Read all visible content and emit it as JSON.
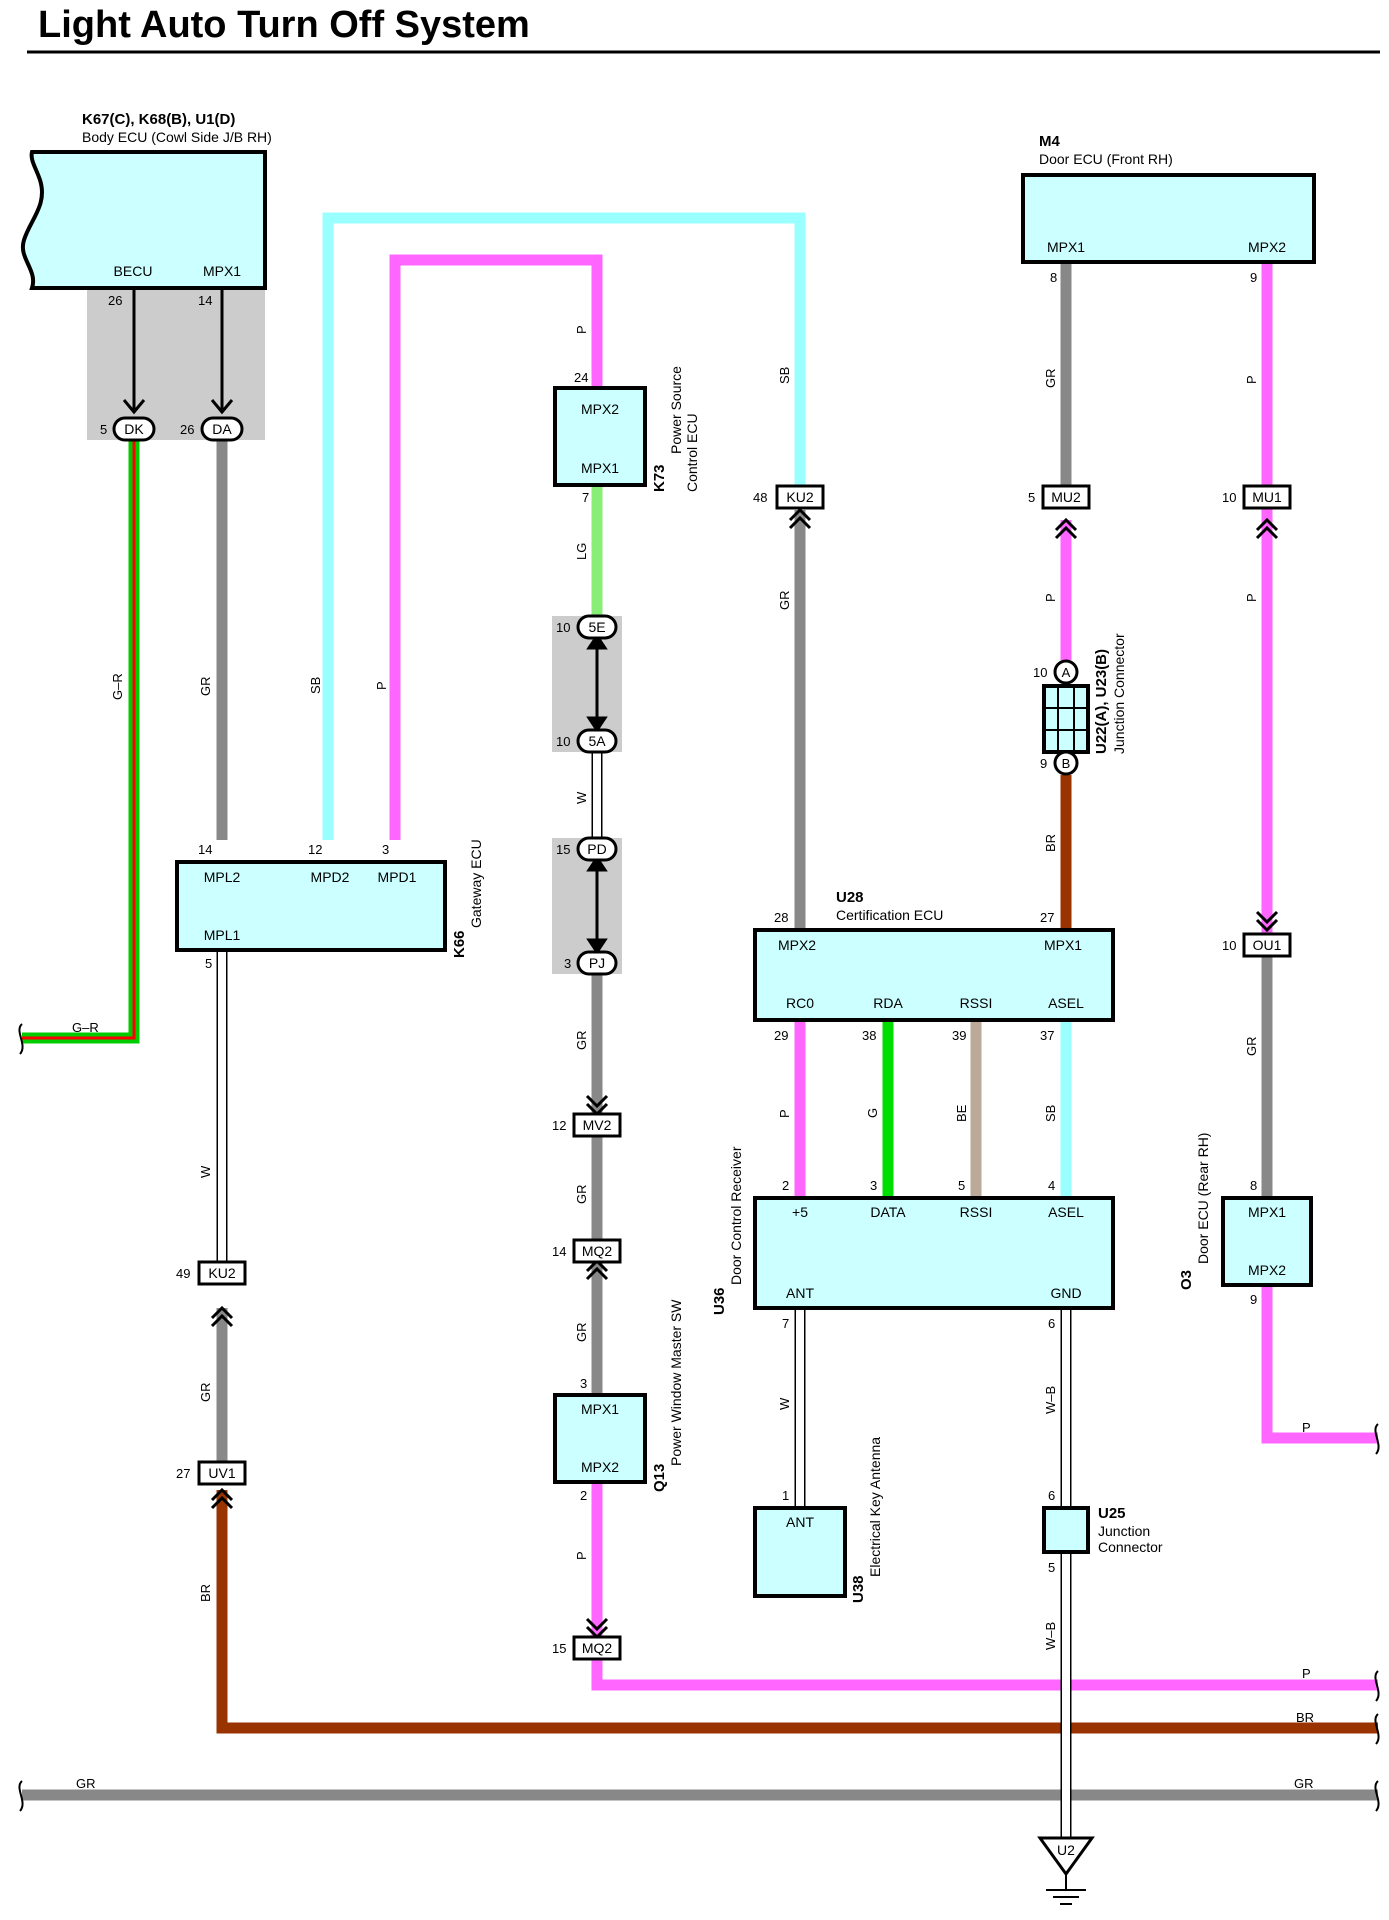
{
  "title": "Light Auto Turn Off System",
  "components": {
    "body_ecu": {
      "code": "K67(C), K68(B), U1(D)",
      "name": "Body ECU (Cowl Side J/B RH)",
      "pins": {
        "becu": "BECU",
        "mpx1": "MPX1"
      }
    },
    "door_ecu_front": {
      "code": "M4",
      "name": "Door ECU (Front RH)",
      "pins": {
        "mpx1": "MPX1",
        "mpx2": "MPX2"
      }
    },
    "power_source_ecu": {
      "code": "K73",
      "name1": "Power Source",
      "name2": "Control ECU",
      "pins": {
        "mpx2": "MPX2",
        "mpx1": "MPX1"
      }
    },
    "gateway_ecu": {
      "code": "K66",
      "name": "Gateway ECU",
      "pins": {
        "mpl2": "MPL2",
        "mpd2": "MPD2",
        "mpd1": "MPD1",
        "mpl1": "MPL1"
      }
    },
    "certification_ecu": {
      "code": "U28",
      "name": "Certification ECU",
      "pins": {
        "mpx2": "MPX2",
        "mpx1": "MPX1",
        "rc0": "RC0",
        "rda": "RDA",
        "rssi": "RSSI",
        "asel": "ASEL"
      }
    },
    "junction_u22": {
      "code": "U22(A), U23(B)",
      "name": "Junction Connector",
      "a": "A",
      "b": "B"
    },
    "door_control_receiver": {
      "code": "U36",
      "name": "Door Control Receiver",
      "pins": {
        "p5": "+5",
        "data": "DATA",
        "rssi": "RSSI",
        "asel": "ASEL",
        "ant": "ANT",
        "gnd": "GND"
      }
    },
    "door_ecu_rear": {
      "code": "O3",
      "name": "Door ECU (Rear RH)",
      "pins": {
        "mpx1": "MPX1",
        "mpx2": "MPX2"
      }
    },
    "power_window_sw": {
      "code": "Q13",
      "name": "Power Window Master SW",
      "pins": {
        "mpx1": "MPX1",
        "mpx2": "MPX2"
      }
    },
    "key_antenna": {
      "code": "U38",
      "name": "Electrical Key Antenna",
      "pins": {
        "ant": "ANT"
      }
    },
    "junction_u25": {
      "code": "U25",
      "name1": "Junction",
      "name2": "Connector"
    },
    "ground": {
      "code": "U2"
    }
  },
  "connectors": {
    "dk": "DK",
    "da": "DA",
    "e5": "5E",
    "a5": "5A",
    "pd": "PD",
    "pj": "PJ",
    "ku2a": "KU2",
    "ku2b": "KU2",
    "mu2": "MU2",
    "mu1": "MU1",
    "ou1": "OU1",
    "mv2": "MV2",
    "mq2a": "MQ2",
    "mq2b": "MQ2",
    "uv1": "UV1"
  },
  "pin_numbers": {
    "becu": "26",
    "mpx1_body": "14",
    "dk": "5",
    "da": "26",
    "mpl2": "14",
    "mpd2": "12",
    "mpd1": "3",
    "mpl1": "5",
    "k73_top": "24",
    "k73_bot": "7",
    "e5": "10",
    "a5": "10",
    "pd": "15",
    "pj": "3",
    "mv2": "12",
    "mq2a": "14",
    "q13_top": "3",
    "q13_bot": "2",
    "mq2b": "15",
    "ku2a": "48",
    "cert_mpx2": "28",
    "cert_mpx1": "27",
    "m4_mpx1": "8",
    "m4_mpx2": "9",
    "mu2": "5",
    "mu1": "10",
    "u22a": "10",
    "u22b": "9",
    "rc0": "29",
    "rda": "38",
    "rssi": "39",
    "asel": "37",
    "r_p5": "2",
    "r_data": "3",
    "r_rssi": "5",
    "r_asel": "4",
    "r_ant": "7",
    "r_gnd": "6",
    "ant": "1",
    "u25_top": "6",
    "u25_bot": "5",
    "ou1": "10",
    "o3_top": "8",
    "o3_bot": "9",
    "ku2b": "49",
    "uv1": "27"
  },
  "wire_colors": {
    "gr": "GR",
    "g_r": "G–R",
    "sb": "SB",
    "p": "P",
    "lg": "LG",
    "w": "W",
    "br": "BR",
    "g": "G",
    "be": "BE",
    "w_b": "W–B"
  },
  "colors": {
    "gray": "#888888",
    "pink": "#ff66ff",
    "cyan": "#99ffff",
    "lightgreen": "#88ee77",
    "green": "#00dd00",
    "brown": "#993300",
    "beige": "#bbaa99",
    "red": "#ff0000",
    "box_fill": "#ccffff",
    "shade": "#cccccc"
  }
}
